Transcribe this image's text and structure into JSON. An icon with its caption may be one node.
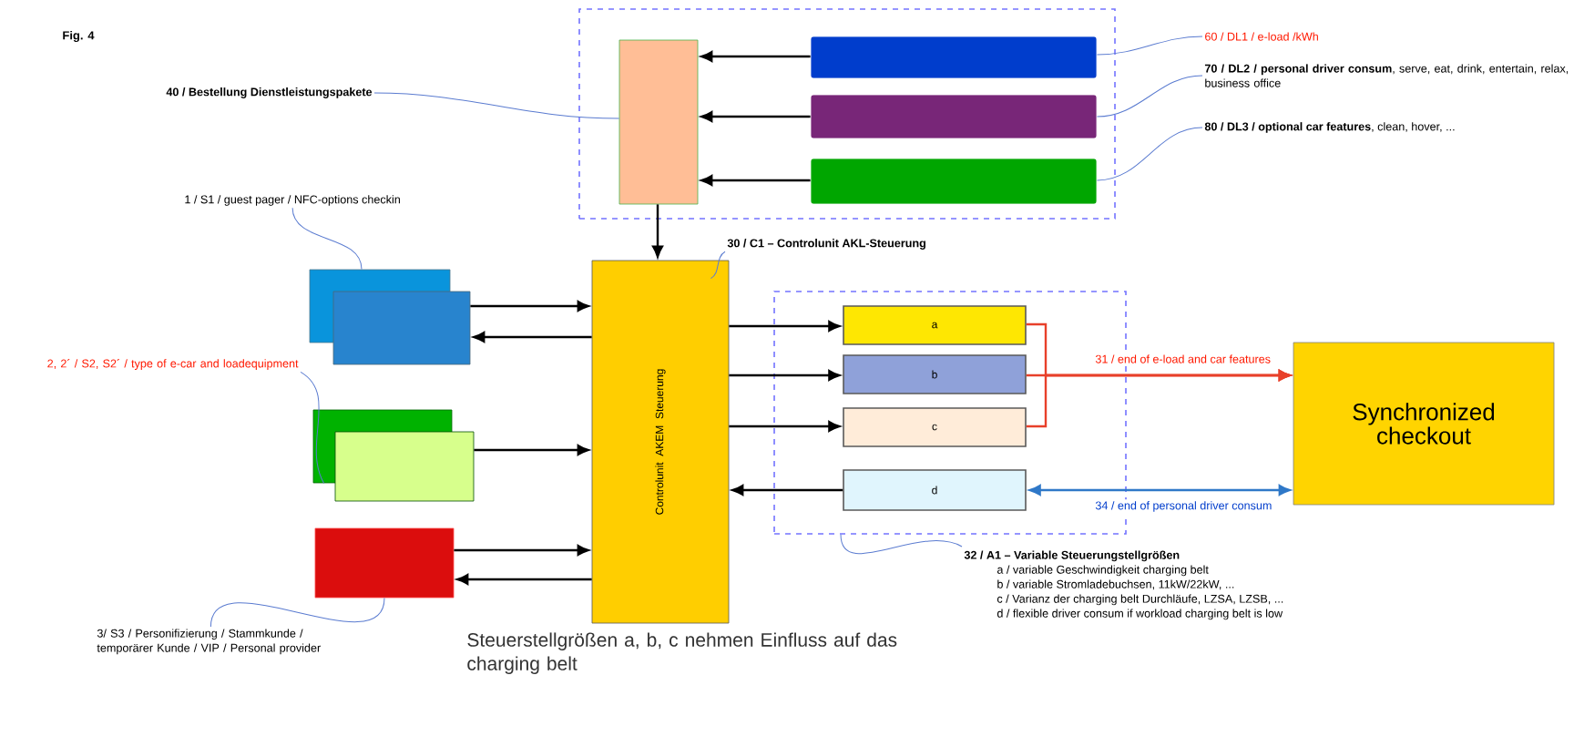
{
  "diagram": {
    "nodes": [
      {
        "text": [],
        "shape": "box"
      },
      {
        "text": [],
        "shape": "box",
        "in": 0
      },
      {
        "text": [],
        "shape": "bar",
        "in": 0
      },
      {
        "text": [],
        "shape": "bar",
        "in": 0
      },
      {
        "text": [],
        "shape": "bar",
        "in": 0
      },
      {
        "text": [
          "Controlunit AKEM Steuerung"
        ]
      },
      {
        "text": [],
        "shape": "box"
      },
      {
        "text": [],
        "shape": "box"
      },
      {
        "text": [],
        "shape": "box"
      },
      {
        "text": [],
        "shape": "box"
      },
      {
        "text": [],
        "shape": "box"
      },
      {
        "text": [],
        "shape": "box"
      },
      {
        "text": [
          "a"
        ],
        "in": 11
      },
      {
        "text": [
          "b"
        ],
        "in": 11
      },
      {
        "text": [
          "c"
        ],
        "in": 11
      },
      {
        "text": [
          "d"
        ],
        "in": 11
      },
      {
        "text": [
          "Synchronized checkout"
        ]
      },
      {
        "text": [
          "40 / Bestellung Dienstleistungspakete"
        ]
      },
      {
        "text": [
          "60 / DL1 / e-load /kWh"
        ]
      },
      {
        "text": [
          "**70 / DL2 / personal driver consum**, serve, eat, drink, entertain, relax, business office"
        ]
      },
      {
        "text": [
          "**80 / DL3 / optional car features**, clean, hover, ..."
        ]
      },
      {
        "text": [
          "1 / S1 / guest pager / NFC-options checkin"
        ]
      },
      {
        "text": [
          "2, 2´ / S2, S2´ / type of e-car and loadequipment"
        ]
      },
      {
        "text": [
          "3/ S3 / Personifizierung / Stammkunde / temporärer Kunde / VIP / Personal provider"
        ]
      },
      {
        "text": [
          "30 / C1 – Controlunit AKL-Steuerung"
        ]
      },
      {
        "text": [
          "32 / A1 – Variable Steuerungstellgrößen",
          "a / variable Geschwindigkeit charging belt",
          "b / variable Stromladebuchsen, 11kW/22kW, ...",
          "c / Varianz der charging belt Durchläufe, LZSA, LZSB, ...",
          "d / flexible driver consum if workload charging belt is low"
        ]
      }
    ],
    "edges": [
      {
        "from": 2,
        "to": 1,
        "arrow": "to"
      },
      {
        "from": 3,
        "to": 1,
        "arrow": "to"
      },
      {
        "from": 4,
        "to": 1,
        "arrow": "to"
      },
      {
        "from": 1,
        "to": 5,
        "arrow": "to"
      },
      {
        "from": 7,
        "to": 5,
        "arrow": "to"
      },
      {
        "from": 5,
        "to": 7,
        "arrow": "to"
      },
      {
        "from": 9,
        "to": 5,
        "arrow": "to"
      },
      {
        "from": 10,
        "to": 5,
        "arrow": "to"
      },
      {
        "from": 5,
        "to": 10,
        "arrow": "to"
      },
      {
        "from": 5,
        "to": 12,
        "arrow": "to"
      },
      {
        "from": 5,
        "to": 13,
        "arrow": "to"
      },
      {
        "from": 5,
        "to": 14,
        "arrow": "to"
      },
      {
        "from": 15,
        "to": 5,
        "arrow": "to"
      },
      {
        "from": 12,
        "to": 16,
        "arrow": "to",
        "color": "#e8402a"
      },
      {
        "from": 13,
        "to": 16,
        "arrow": "to",
        "color": "#e8402a",
        "label": "31 / end of e-load and car features"
      },
      {
        "from": 14,
        "to": 16,
        "arrow": "to",
        "color": "#e8402a"
      },
      {
        "from": 15,
        "to": 16,
        "arrow": "both",
        "color": "#2f78c8",
        "label": "34 / end of personal driver consum"
      },
      {
        "from": 17,
        "to": 1,
        "arrow": "none",
        "color": "#5a7bd0"
      },
      {
        "from": 18,
        "to": 2,
        "arrow": "none",
        "color": "#5a7bd0"
      },
      {
        "from": 19,
        "to": 3,
        "arrow": "none",
        "color": "#5a7bd0"
      },
      {
        "from": 20,
        "to": 4,
        "arrow": "none",
        "color": "#5a7bd0"
      },
      {
        "from": 21,
        "to": 6,
        "arrow": "none",
        "color": "#5a7bd0"
      },
      {
        "from": 22,
        "to": 8,
        "arrow": "none",
        "color": "#5a7bd0"
      },
      {
        "from": 23,
        "to": 10,
        "arrow": "none",
        "color": "#5a7bd0"
      },
      {
        "from": 24,
        "to": 5,
        "arrow": "none",
        "color": "#5a7bd0"
      },
      {
        "from": 25,
        "to": 11,
        "arrow": "none",
        "color": "#5a7bd0"
      }
    ],
    "labels": [
      "Fig. 4",
      "Steuerstellgrößen a, b, c nehmen Einfluss auf das charging belt"
    ]
  }
}
